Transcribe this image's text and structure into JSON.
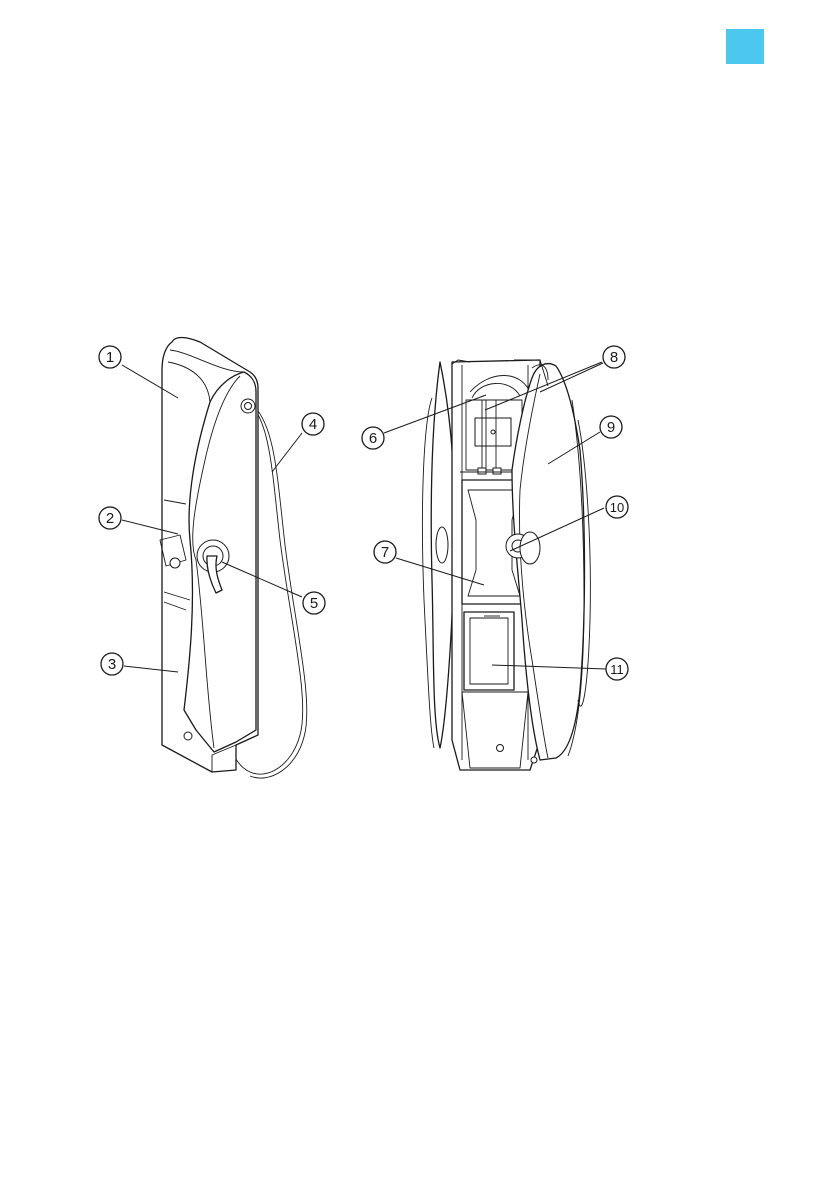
{
  "page": {
    "marker_color": "#4cc8ef"
  },
  "callouts": {
    "c1": "1",
    "c2": "2",
    "c3": "3",
    "c4": "4",
    "c5": "5",
    "c6": "6",
    "c7": "7",
    "c8": "8",
    "c9": "9",
    "c10": "10",
    "c11": "11"
  }
}
